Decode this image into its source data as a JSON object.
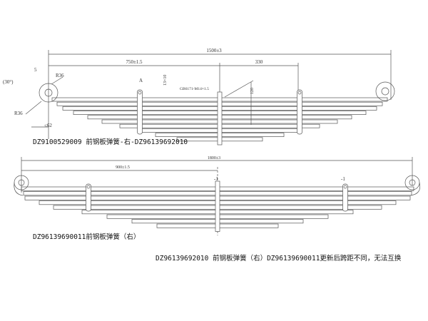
{
  "drawing_top": {
    "dim_total": "1500±3",
    "dim_half": "750±1.5",
    "dim_330": "330",
    "dim_5": "5",
    "radius_top": "R36",
    "radius_bottom": "R36",
    "angle": "(30°)",
    "dim_62": "≤62",
    "section_mark": "A",
    "dim_13x10": "13×10",
    "bolt": "GB6171-M14×1.5",
    "dim_120": "120",
    "caption": "DZ9100529009 前钢板弹簧-右-DZ96139692010"
  },
  "drawing_bottom": {
    "dim_total": "1800±3",
    "dim_half": "900±1.5",
    "section_mark_center": "-1",
    "section_mark_right": "-1",
    "caption": "DZ96139690011前钢板弹簧（右）"
  },
  "note": "DZ96139692010 前钢板弹簧（右）DZ96139690011更新后跨距不同，无法互换",
  "colors": {
    "line": "#555555",
    "text": "#111111"
  }
}
